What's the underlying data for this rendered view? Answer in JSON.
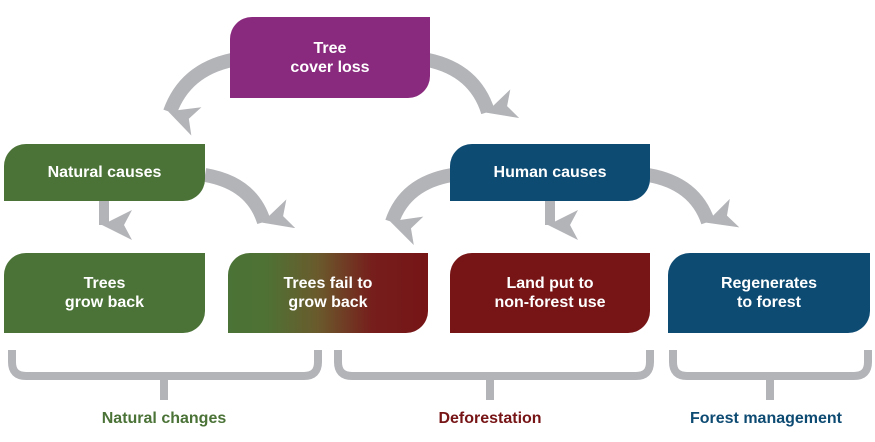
{
  "title_node": {
    "line1": "Tree",
    "line2": "cover loss"
  },
  "cause_nodes": {
    "natural": "Natural causes",
    "human": "Human causes"
  },
  "outcome_nodes": [
    {
      "line1": "Trees",
      "line2": "grow back"
    },
    {
      "line1": "Trees fail to",
      "line2": "grow back"
    },
    {
      "line1": "Land put to",
      "line2": "non-forest use"
    },
    {
      "line1": "Regenerates",
      "line2": "to forest"
    }
  ],
  "groups": [
    {
      "label": "Natural changes",
      "color": "#4b7337"
    },
    {
      "label": "Deforestation",
      "color": "#761416"
    },
    {
      "label": "Forest management",
      "color": "#0e4b73"
    }
  ],
  "colors": {
    "purple": "#8a2a7e",
    "green": "#4b7337",
    "blue": "#0e4b73",
    "red": "#761416",
    "arrow_gray": "#b3b4b8"
  }
}
